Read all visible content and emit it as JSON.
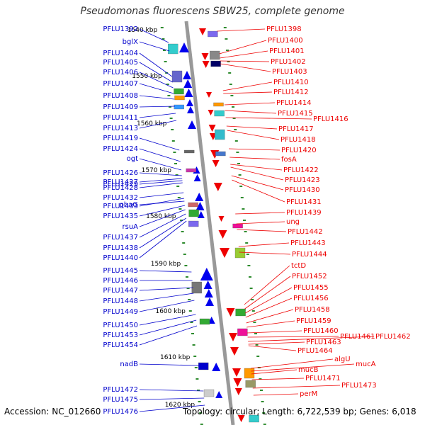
{
  "title": "Pseudomonas fluorescens SBW25, complete genome",
  "footer": {
    "accession": "Accession: NC_012660",
    "meta": "Topology: circular; Length: 6,722,539 bp; Genes: 6,018"
  },
  "colors": {
    "left_label": "#0000cc",
    "right_label": "#ee0000",
    "backbone": "#999999"
  },
  "scale_ticks": [
    "1540 kbp",
    "1550 kbp",
    "1560 kbp",
    "1570 kbp",
    "1580 kbp",
    "1590 kbp",
    "1600 kbp",
    "1610 kbp",
    "1620 kbp"
  ],
  "left_genes": [
    "PFLU1392",
    "bglX",
    "PFLU1404",
    "PFLU1405",
    "PFLU1406",
    "PFLU1407",
    "PFLU1408",
    "PFLU1409",
    "PFLU1411",
    "PFLU1413",
    "PFLU1419",
    "PFLU1424",
    "ogt",
    "PFLU1426",
    "PFLU1427",
    "PFLU1428",
    "PFLU1429",
    "PFLU1432",
    "PFLU1433",
    "phaG",
    "PFLU1435",
    "rsuA",
    "PFLU1437",
    "PFLU1438",
    "PFLU1440",
    "PFLU1445",
    "PFLU1446",
    "PFLU1447",
    "PFLU1448",
    "PFLU1449",
    "PFLU1450",
    "PFLU1453",
    "PFLU1454",
    "nadB",
    "PFLU1472",
    "PFLU1475",
    "PFLU1476"
  ],
  "right_genes": [
    "PFLU1398",
    "PFLU1400",
    "PFLU1401",
    "PFLU1402",
    "PFLU1403",
    "PFLU1410",
    "PFLU1412",
    "PFLU1414",
    "PFLU1415",
    "PFLU1416",
    "PFLU1417",
    "PFLU1418",
    "PFLU1420",
    "fosA",
    "PFLU1422",
    "PFLU1423",
    "PFLU1430",
    "PFLU1431",
    "PFLU1439",
    "ung",
    "PFLU1442",
    "PFLU1443",
    "PFLU1444",
    "tctD",
    "PFLU1452",
    "PFLU1455",
    "PFLU1456",
    "PFLU1458",
    "PFLU1459",
    "PFLU1460",
    "PFLU1461",
    "PFLU1462",
    "PFLU1463",
    "PFLU1464",
    "algU",
    "mucA",
    "mucB",
    "PFLU1471",
    "PFLU1473",
    "perM"
  ]
}
